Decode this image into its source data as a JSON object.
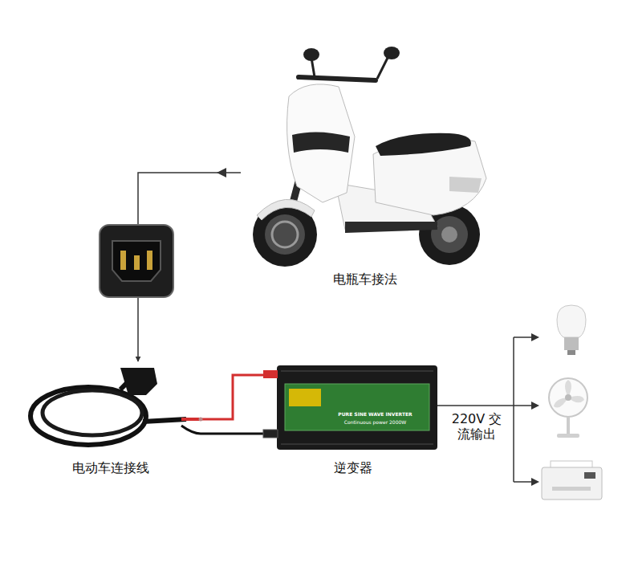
{
  "diagram": {
    "nodes": [
      {
        "text": [
          "电瓶车接法"
        ]
      },
      {
        "text": [
          "电动车连接线"
        ]
      },
      {
        "text": [
          "逆变器"
        ]
      }
    ],
    "edges": [
      {
        "from": 0,
        "to": 1,
        "arrow": "to"
      },
      {
        "from": 1,
        "to": 2,
        "arrow": "none"
      }
    ],
    "labels": [
      "PURE SINE WAVE INVERTER",
      "Continuous power 2000W",
      "220V 交流输出"
    ]
  }
}
